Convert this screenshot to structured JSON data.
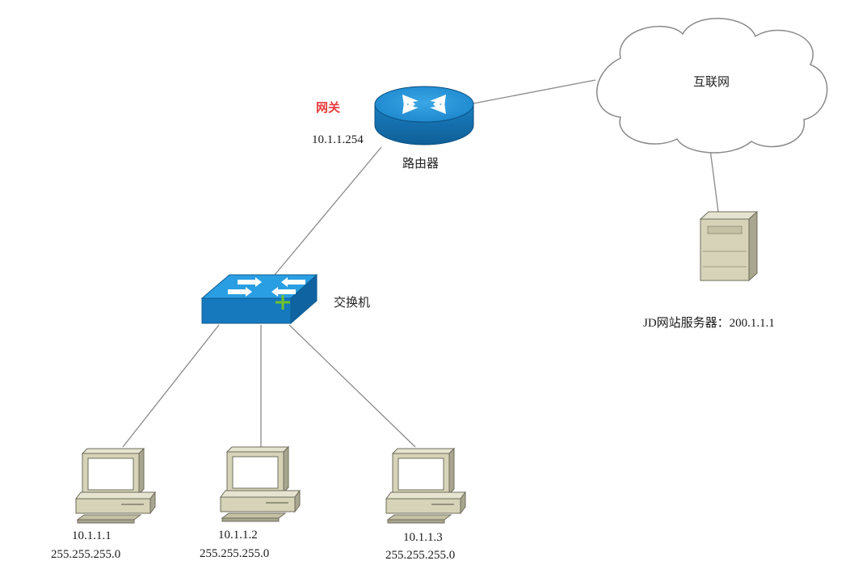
{
  "diagram": {
    "gateway_label": "网关",
    "gateway_ip": "10.1.1.254",
    "router_label": "路由器",
    "internet_label": "互联网",
    "switch_label": "交换机",
    "server_label": "JD网站服务器：200.1.1.1",
    "pcs": [
      {
        "ip": "10.1.1.1",
        "mask": "255.255.255.0"
      },
      {
        "ip": "10.1.1.2",
        "mask": "255.255.255.0"
      },
      {
        "ip": "10.1.1.3",
        "mask": "255.255.255.0"
      }
    ]
  },
  "colors": {
    "gateway_label": "#e83b3b",
    "device_blue": "#1e8fd0",
    "device_beige": "#d9d6bd",
    "link": "#8a8a8a"
  }
}
